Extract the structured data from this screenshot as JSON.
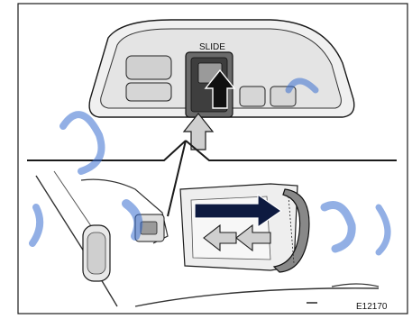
{
  "figure": {
    "switch_label": "SLIDE",
    "figure_code": "E12170",
    "colors": {
      "line": "#1a1a1a",
      "fill_light": "#e6e6e6",
      "fill_mid": "#bdbdbd",
      "fill_dark": "#4a4a4a",
      "arrow_dark": "#0d1a40",
      "watermark": "#3a6fd0"
    },
    "icons": [
      "overhead-console",
      "slide-switch",
      "push-arrow",
      "sunroof-open-arrow",
      "sunroof-close-arrow",
      "rearview-mirror",
      "sun-visor"
    ]
  }
}
